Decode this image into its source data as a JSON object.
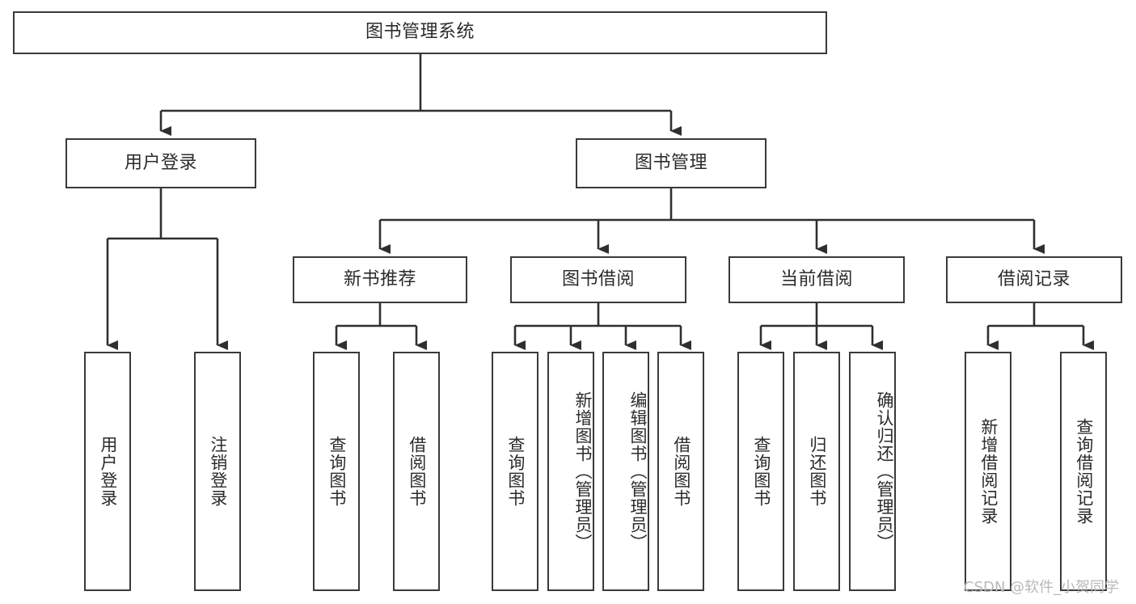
{
  "diagram": {
    "title": "图书管理系统",
    "watermark": "CSDN @软件_小贺同学",
    "colors": {
      "border": "#3a3a3a",
      "text": "#2b2b2b",
      "background": "#ffffff",
      "connector": "#2f2f2f",
      "watermark": "#b9b9b9"
    },
    "root": {
      "label": "图书管理系统"
    },
    "level2": [
      {
        "id": "user-login",
        "label": "用户登录"
      },
      {
        "id": "book-management",
        "label": "图书管理"
      }
    ],
    "level3": [
      {
        "id": "new-book-recommend",
        "label": "新书推荐"
      },
      {
        "id": "book-borrow",
        "label": "图书借阅"
      },
      {
        "id": "current-borrow",
        "label": "当前借阅"
      },
      {
        "id": "borrow-record",
        "label": "借阅记录"
      }
    ],
    "leaves": [
      {
        "id": "leaf-user-login",
        "label": "用户登录",
        "parent": "user-login"
      },
      {
        "id": "leaf-logout-login",
        "label": "注销登录",
        "parent": "user-login"
      },
      {
        "id": "leaf-query-book-1",
        "label": "查询图书",
        "parent": "new-book-recommend"
      },
      {
        "id": "leaf-borrow-book-1",
        "label": "借阅图书",
        "parent": "new-book-recommend"
      },
      {
        "id": "leaf-query-book-2",
        "label": "查询图书",
        "parent": "book-borrow"
      },
      {
        "id": "leaf-add-book",
        "label": "新增图书（管理员）",
        "parent": "book-borrow"
      },
      {
        "id": "leaf-edit-book",
        "label": "编辑图书（管理员）",
        "parent": "book-borrow"
      },
      {
        "id": "leaf-borrow-book-2",
        "label": "借阅图书",
        "parent": "book-borrow"
      },
      {
        "id": "leaf-query-book-3",
        "label": "查询图书",
        "parent": "current-borrow"
      },
      {
        "id": "leaf-return-book",
        "label": "归还图书",
        "parent": "current-borrow"
      },
      {
        "id": "leaf-confirm-return",
        "label": "确认归还（管理员）",
        "parent": "current-borrow"
      },
      {
        "id": "leaf-add-record",
        "label": "新增借阅记录",
        "parent": "borrow-record"
      },
      {
        "id": "leaf-query-record",
        "label": "查询借阅记录",
        "parent": "borrow-record"
      }
    ]
  }
}
